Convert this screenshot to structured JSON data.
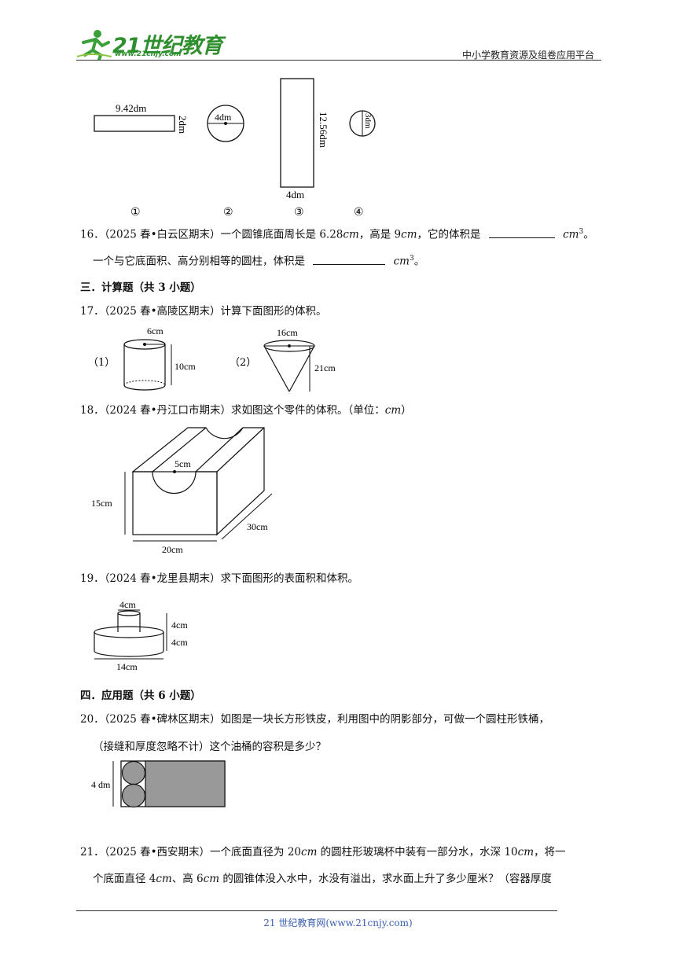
{
  "header": {
    "logo_text": "21世纪教育",
    "logo_url": "www.21cnjy.com",
    "tagline": "中小学教育资源及组卷应用平台"
  },
  "fig15": {
    "rect1_w": "9.42dm",
    "rect1_h": "2dm",
    "circle1": "4dm",
    "rect2_h": "12.56dm",
    "rect2_w": "4dm",
    "circle2": "3dm",
    "labels": [
      "①",
      "②",
      "③",
      "④"
    ]
  },
  "q16": {
    "line1_a": "16．（2025 春•白云区期末）一个圆锥底面周长是 6.28",
    "line1_b": "cm",
    "line1_c": "，高是 9",
    "line1_d": "cm",
    "line1_e": "，它的体积是",
    "unit": "cm",
    "sup": "3",
    "end1": "。",
    "line2": "一个与它底面积、高分别相等的圆柱，体积是",
    "end2": "。"
  },
  "section3": "三．计算题（共 3 小题）",
  "q17": {
    "text": "17．（2025 春•高陵区期末）计算下面图形的体积。",
    "fig": {
      "l1": "（1）",
      "d1": "6cm",
      "h1": "10cm",
      "l2": "（2）",
      "d2": "16cm",
      "h2": "21cm"
    }
  },
  "q18": {
    "text_a": "18．（2024 春•丹江口市期末）求如图这个零件的体积。（单位：",
    "text_unit": "cm",
    "text_b": "）",
    "fig": {
      "r": "5cm",
      "h": "15cm",
      "w": "20cm",
      "d": "30cm"
    }
  },
  "q19": {
    "text": "19．（2024 春•龙里县期末）求下面图形的表面积和体积。",
    "fig": {
      "top": "4cm",
      "h1": "4cm",
      "h2": "4cm",
      "bottom": "14cm"
    }
  },
  "section4": "四．应用题（共 6 小题）",
  "q20": {
    "line1": "20．（2025 春•碑林区期末）如图是一块长方形铁皮，利用图中的阴影部分，可做一个圆柱形铁桶，",
    "line2": "（接缝和厚度忽略不计）这个油桶的容积是多少？",
    "fig": {
      "h": "4 dm"
    }
  },
  "q21": {
    "line1_a": "21．（2025 春•西安期末）一个底面直径为 20",
    "line1_b": "cm",
    "line1_c": " 的圆柱形玻璃杯中装有一部分水，水深 10",
    "line1_d": "cm",
    "line1_e": "，将一",
    "line2_a": "个底面直径 4",
    "line2_b": "cm",
    "line2_c": "、高 6",
    "line2_d": "cm",
    "line2_e": " 的圆锥体没入水中，水没有溢出，求水面上升了多少厘米？（容器厚度"
  },
  "footer": "21 世纪教育网(www.21cnjy.com)"
}
